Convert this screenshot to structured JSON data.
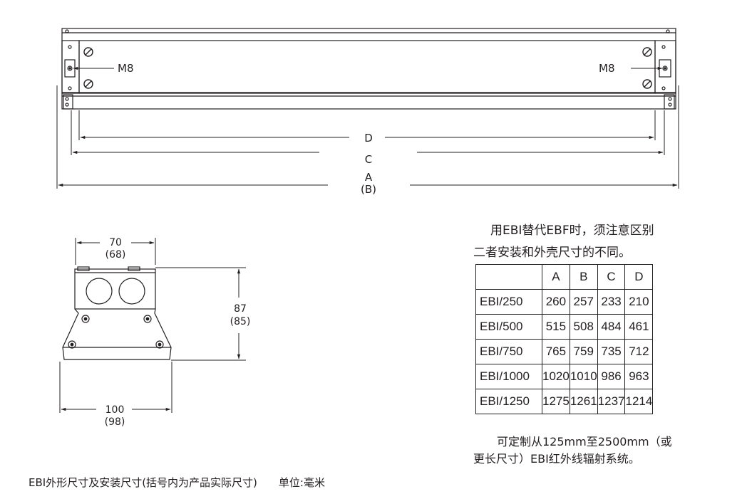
{
  "long_view": {
    "m8_left": "M8",
    "m8_right": "M8",
    "dims": {
      "d": "D",
      "c": "C",
      "a": "A",
      "b": "(B)"
    }
  },
  "end_view": {
    "width_top": "70",
    "width_top_actual": "(68)",
    "height": "87",
    "height_actual": "(85)",
    "width_bottom": "100",
    "width_bottom_actual": "(98)"
  },
  "note_top_line1": "用EBI替代EBF时，须注意区别",
  "note_top_line2": "二者安装和外壳尺寸的不同。",
  "table": {
    "columns": [
      "A",
      "B",
      "C",
      "D"
    ],
    "rows": [
      {
        "model": "EBI/250",
        "values": [
          "260",
          "257",
          "233",
          "210"
        ]
      },
      {
        "model": "EBI/500",
        "values": [
          "515",
          "508",
          "484",
          "461"
        ]
      },
      {
        "model": "EBI/750",
        "values": [
          "765",
          "759",
          "735",
          "712"
        ]
      },
      {
        "model": "EBI/1000",
        "values": [
          "1020",
          "1010",
          "986",
          "963"
        ]
      },
      {
        "model": "EBI/1250",
        "values": [
          "1275",
          "1261",
          "1237",
          "1214"
        ]
      }
    ]
  },
  "note_bottom_line1": "可定制从125mm至2500mm（或",
  "note_bottom_line2": "更长尺寸）EBI红外线辐射系统。",
  "caption": "EBI外形尺寸及安装尺寸(括号内为产品实际尺寸)　　单位:毫米"
}
